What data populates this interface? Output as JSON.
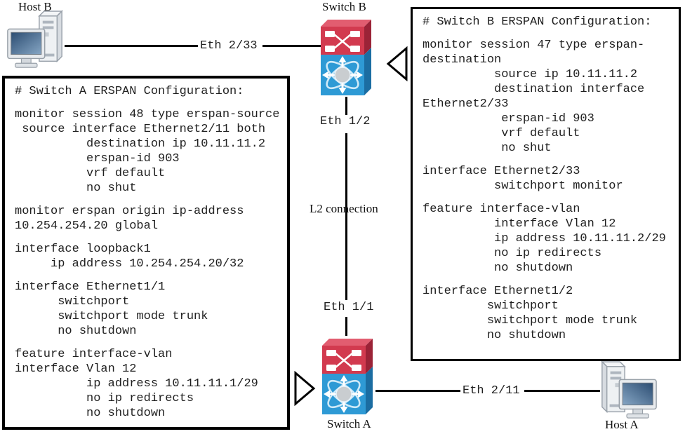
{
  "labels": {
    "host_b": "Host B",
    "switch_b": "Switch B",
    "switch_a": "Switch A",
    "host_a": "Host A",
    "eth_2_33": "Eth 2/33",
    "eth_1_2": "Eth 1/2",
    "l2_connection": "L2 connection",
    "eth_1_1": "Eth 1/1",
    "eth_2_11": "Eth 2/11"
  },
  "switch_a_config": {
    "title": "# Switch A ERSPAN Configuration:",
    "blocks": [
      [
        "monitor session 48 type erspan-source",
        " source interface Ethernet2/11 both",
        "          destination ip 10.11.11.2",
        "          erspan-id 903",
        "          vrf default",
        "          no shut"
      ],
      [
        "monitor erspan origin ip-address",
        "10.254.254.20 global"
      ],
      [
        "interface loopback1",
        "     ip address 10.254.254.20/32"
      ],
      [
        "interface Ethernet1/1",
        "      switchport",
        "      switchport mode trunk",
        "      no shutdown"
      ],
      [
        "feature interface-vlan",
        "interface Vlan 12",
        "          ip address 10.11.11.1/29",
        "          no ip redirects",
        "          no shutdown"
      ]
    ]
  },
  "switch_b_config": {
    "title": "# Switch B ERSPAN Configuration:",
    "blocks": [
      [
        "monitor session 47 type erspan-",
        "destination",
        "          source ip 10.11.11.2",
        "          destination interface",
        "Ethernet2/33",
        "           erspan-id 903",
        "           vrf default",
        "           no shut"
      ],
      [
        "interface Ethernet2/33",
        "          switchport monitor"
      ],
      [
        "feature interface-vlan",
        "          interface Vlan 12",
        "          ip address 10.11.11.2/29",
        "          no ip redirects",
        "          no shutdown"
      ],
      [
        "interface Ethernet1/2",
        "         switchport",
        "         switchport mode trunk",
        "         no shutdown"
      ]
    ]
  },
  "colors": {
    "switch_red": "#d23a4f",
    "switch_red_light": "#e25d70",
    "switch_red_dark": "#9b2337",
    "switch_blue": "#2e9ad5",
    "switch_blue_dark": "#1b6da2",
    "atom_circle": "#c9cdd0",
    "line_color": "#000000",
    "text_color": "#1f1f1f"
  }
}
